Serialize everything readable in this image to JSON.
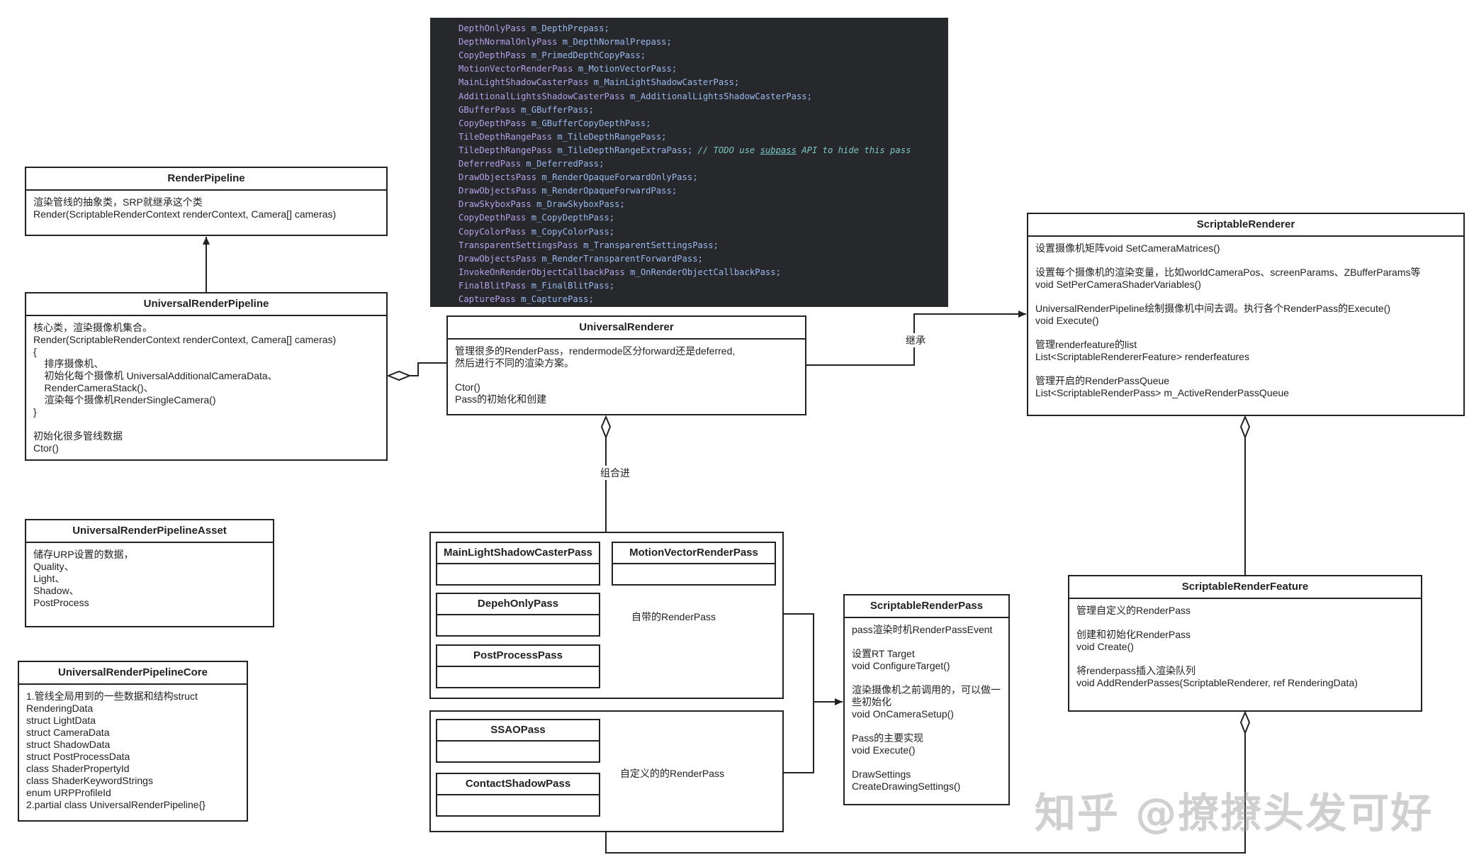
{
  "code_panel": {
    "lines": [
      {
        "type": "DepthOnlyPass",
        "field": "m_DepthPrepass;"
      },
      {
        "type": "DepthNormalOnlyPass",
        "field": "m_DepthNormalPrepass;"
      },
      {
        "type": "CopyDepthPass",
        "field": "m_PrimedDepthCopyPass;"
      },
      {
        "type": "MotionVectorRenderPass",
        "field": "m_MotionVectorPass;"
      },
      {
        "type": "MainLightShadowCasterPass",
        "field": "m_MainLightShadowCasterPass;"
      },
      {
        "type": "AdditionalLightsShadowCasterPass",
        "field": "m_AdditionalLightsShadowCasterPass;"
      },
      {
        "type": "GBufferPass",
        "field": "m_GBufferPass;"
      },
      {
        "type": "CopyDepthPass",
        "field": "m_GBufferCopyDepthPass;"
      },
      {
        "type": "TileDepthRangePass",
        "field": "m_TileDepthRangePass;"
      },
      {
        "type": "TileDepthRangePass",
        "field": "m_TileDepthRangeExtraPass;",
        "comment_pre": "// TODO use ",
        "comment_u": "subpass",
        "comment_post": " API to hide this pass"
      },
      {
        "type": "DeferredPass",
        "field": "m_DeferredPass;"
      },
      {
        "type": "DrawObjectsPass",
        "field": "m_RenderOpaqueForwardOnlyPass;"
      },
      {
        "type": "DrawObjectsPass",
        "field": "m_RenderOpaqueForwardPass;"
      },
      {
        "type": "DrawSkyboxPass",
        "field": "m_DrawSkyboxPass;"
      },
      {
        "type": "CopyDepthPass",
        "field": "m_CopyDepthPass;"
      },
      {
        "type": "CopyColorPass",
        "field": "m_CopyColorPass;"
      },
      {
        "type": "TransparentSettingsPass",
        "field": "m_TransparentSettingsPass;"
      },
      {
        "type": "DrawObjectsPass",
        "field": "m_RenderTransparentForwardPass;"
      },
      {
        "type": "InvokeOnRenderObjectCallbackPass",
        "field": "m_OnRenderObjectCallbackPass;"
      },
      {
        "type": "FinalBlitPass",
        "field": "m_FinalBlitPass;"
      },
      {
        "type": "CapturePass",
        "field": "m_CapturePass;"
      }
    ]
  },
  "render_pipeline": {
    "title": "RenderPipeline",
    "body": "渲染管线的抽象类，SRP就继承这个类\nRender(ScriptableRenderContext renderContext, Camera[] cameras)"
  },
  "universal_render_pipeline": {
    "title": "UniversalRenderPipeline",
    "body": "核心类，渲染摄像机集合。\nRender(ScriptableRenderContext renderContext, Camera[] cameras)\n{\n    排序摄像机、\n    初始化每个摄像机 UniversalAdditionalCameraData、\n    RenderCameraStack()、\n    渲染每个摄像机RenderSingleCamera()\n}\n\n初始化很多管线数据\nCtor()"
  },
  "universal_renderer": {
    "title": "UniversalRenderer",
    "body": "管理很多的RenderPass，rendermode区分forward还是deferred,\n然后进行不同的渲染方案。\n\nCtor()\nPass的初始化和创建"
  },
  "scriptable_renderer": {
    "title": "ScriptableRenderer",
    "body": "设置摄像机矩阵void SetCameraMatrices()\n\n设置每个摄像机的渲染变量，比如worldCameraPos、screenParams、ZBufferParams等\nvoid SetPerCameraShaderVariables()\n\nUniversalRenderPipeline绘制摄像机中间去调。执行各个RenderPass的Execute()\nvoid Execute()\n\n管理renderfeature的list\nList<ScriptableRendererFeature> renderfeatures\n\n管理开启的RenderPassQueue\nList<ScriptableRenderPass> m_ActiveRenderPassQueue"
  },
  "urp_asset": {
    "title": "UniversalRenderPipelineAsset",
    "body": "储存URP设置的数据，\nQuality、\nLight、\nShadow、\nPostProcess"
  },
  "urp_core": {
    "title": "UniversalRenderPipelineCore",
    "body": "1.管线全局用到的一些数据和结构struct\nRenderingData\nstruct LightData\nstruct CameraData\nstruct ShadowData\nstruct PostProcessData\nclass ShaderPropertyId\nclass ShaderKeywordStrings\nenum URPProfileId\n2.partial class UniversalRenderPipeline{}"
  },
  "builtin_group": {
    "label": "自带的RenderPass",
    "passes": [
      "MainLightShadowCasterPass",
      "MotionVectorRenderPass",
      "DepehOnlyPass",
      "PostProcessPass"
    ]
  },
  "custom_group": {
    "label": "自定义的的RenderPass",
    "passes": [
      "SSAOPass",
      "ContactShadowPass"
    ]
  },
  "scriptable_render_pass": {
    "title": "ScriptableRenderPass",
    "body": "pass渲染时机RenderPassEvent\n\n设置RT Target\nvoid ConfigureTarget()\n\n渲染摄像机之前调用的，可以做一\n些初始化\nvoid OnCameraSetup()\n\nPass的主要实现\nvoid Execute()\n\nDrawSettings\nCreateDrawingSettings()"
  },
  "scriptable_render_feature": {
    "title": "ScriptableRenderFeature",
    "body": "管理自定义的RenderPass\n\n创建和初始化RenderPass\nvoid Create()\n\n将renderpass插入渲染队列\nvoid AddRenderPasses(ScriptableRenderer, ref RenderingData)"
  },
  "edge_labels": {
    "inherit": "继承",
    "compose": "组合进"
  },
  "watermark": "知乎 @撩撩头发可好"
}
